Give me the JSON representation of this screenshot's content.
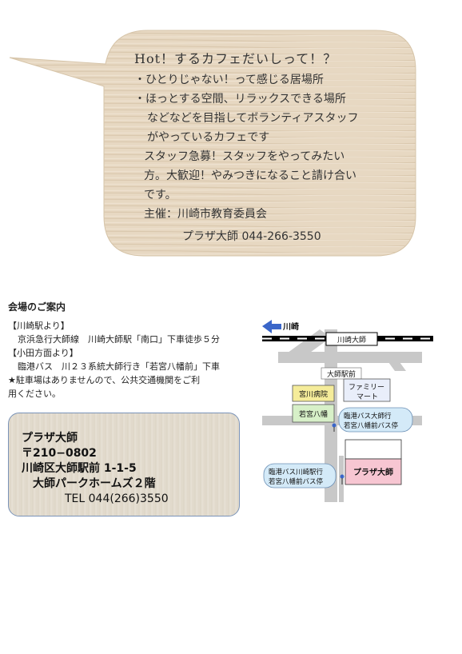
{
  "bubble": {
    "title": "Hot！するカフェだいしって！？",
    "lines": [
      "・ひとりじゃない！って感じる居場所",
      "・ほっとする空間、リラックスできる場所",
      "などなどを目指してボランティアスタッフ",
      "がやっているカフェです",
      "スタッフ急募！スタッフをやってみたい",
      "方。大歓迎！やみつきになること請け合い",
      "です。",
      "主催：川崎市教育委員会",
      "プラザ大師 044-266-3550"
    ]
  },
  "access": {
    "title": "会場のご案内",
    "lines": [
      "【川崎駅より】",
      "京浜急行大師線　川崎大師駅「南口」下車徒歩５分",
      "【小田方面より】",
      "臨港バス　川２３系統大師行き「若宮八幡前」下車",
      "★駐車場はありませんので、公共交通機関をご利",
      "用ください。"
    ]
  },
  "address": {
    "name": "プラザ大師",
    "postal": "〒210−0802",
    "street": "川崎区大師駅前 1-1-5",
    "building": "大師パークホームズ２階",
    "tel": "TEL 044(266)3550"
  },
  "map": {
    "arrow_label": "川崎",
    "station": "川崎大師",
    "street": "大師駅前",
    "hospital": "宮川病院",
    "family_mart": [
      "ファミリー",
      "マート"
    ],
    "shrine": "若宮八幡",
    "bus_stop_1": [
      "臨港バス大師行",
      "若宮八幡前バス停"
    ],
    "bus_stop_2": [
      "臨港バス川崎駅行",
      "若宮八幡前バス停"
    ],
    "venue": "プラザ大師",
    "colors": {
      "road": "#c8c8c8",
      "hospital": "#f5ec9a",
      "shrine": "#d7f0c8",
      "fm": "#e9eefa",
      "venue": "#f7c6d2",
      "bus": "#d4eaf8",
      "arrow": "#3a66c9"
    }
  }
}
